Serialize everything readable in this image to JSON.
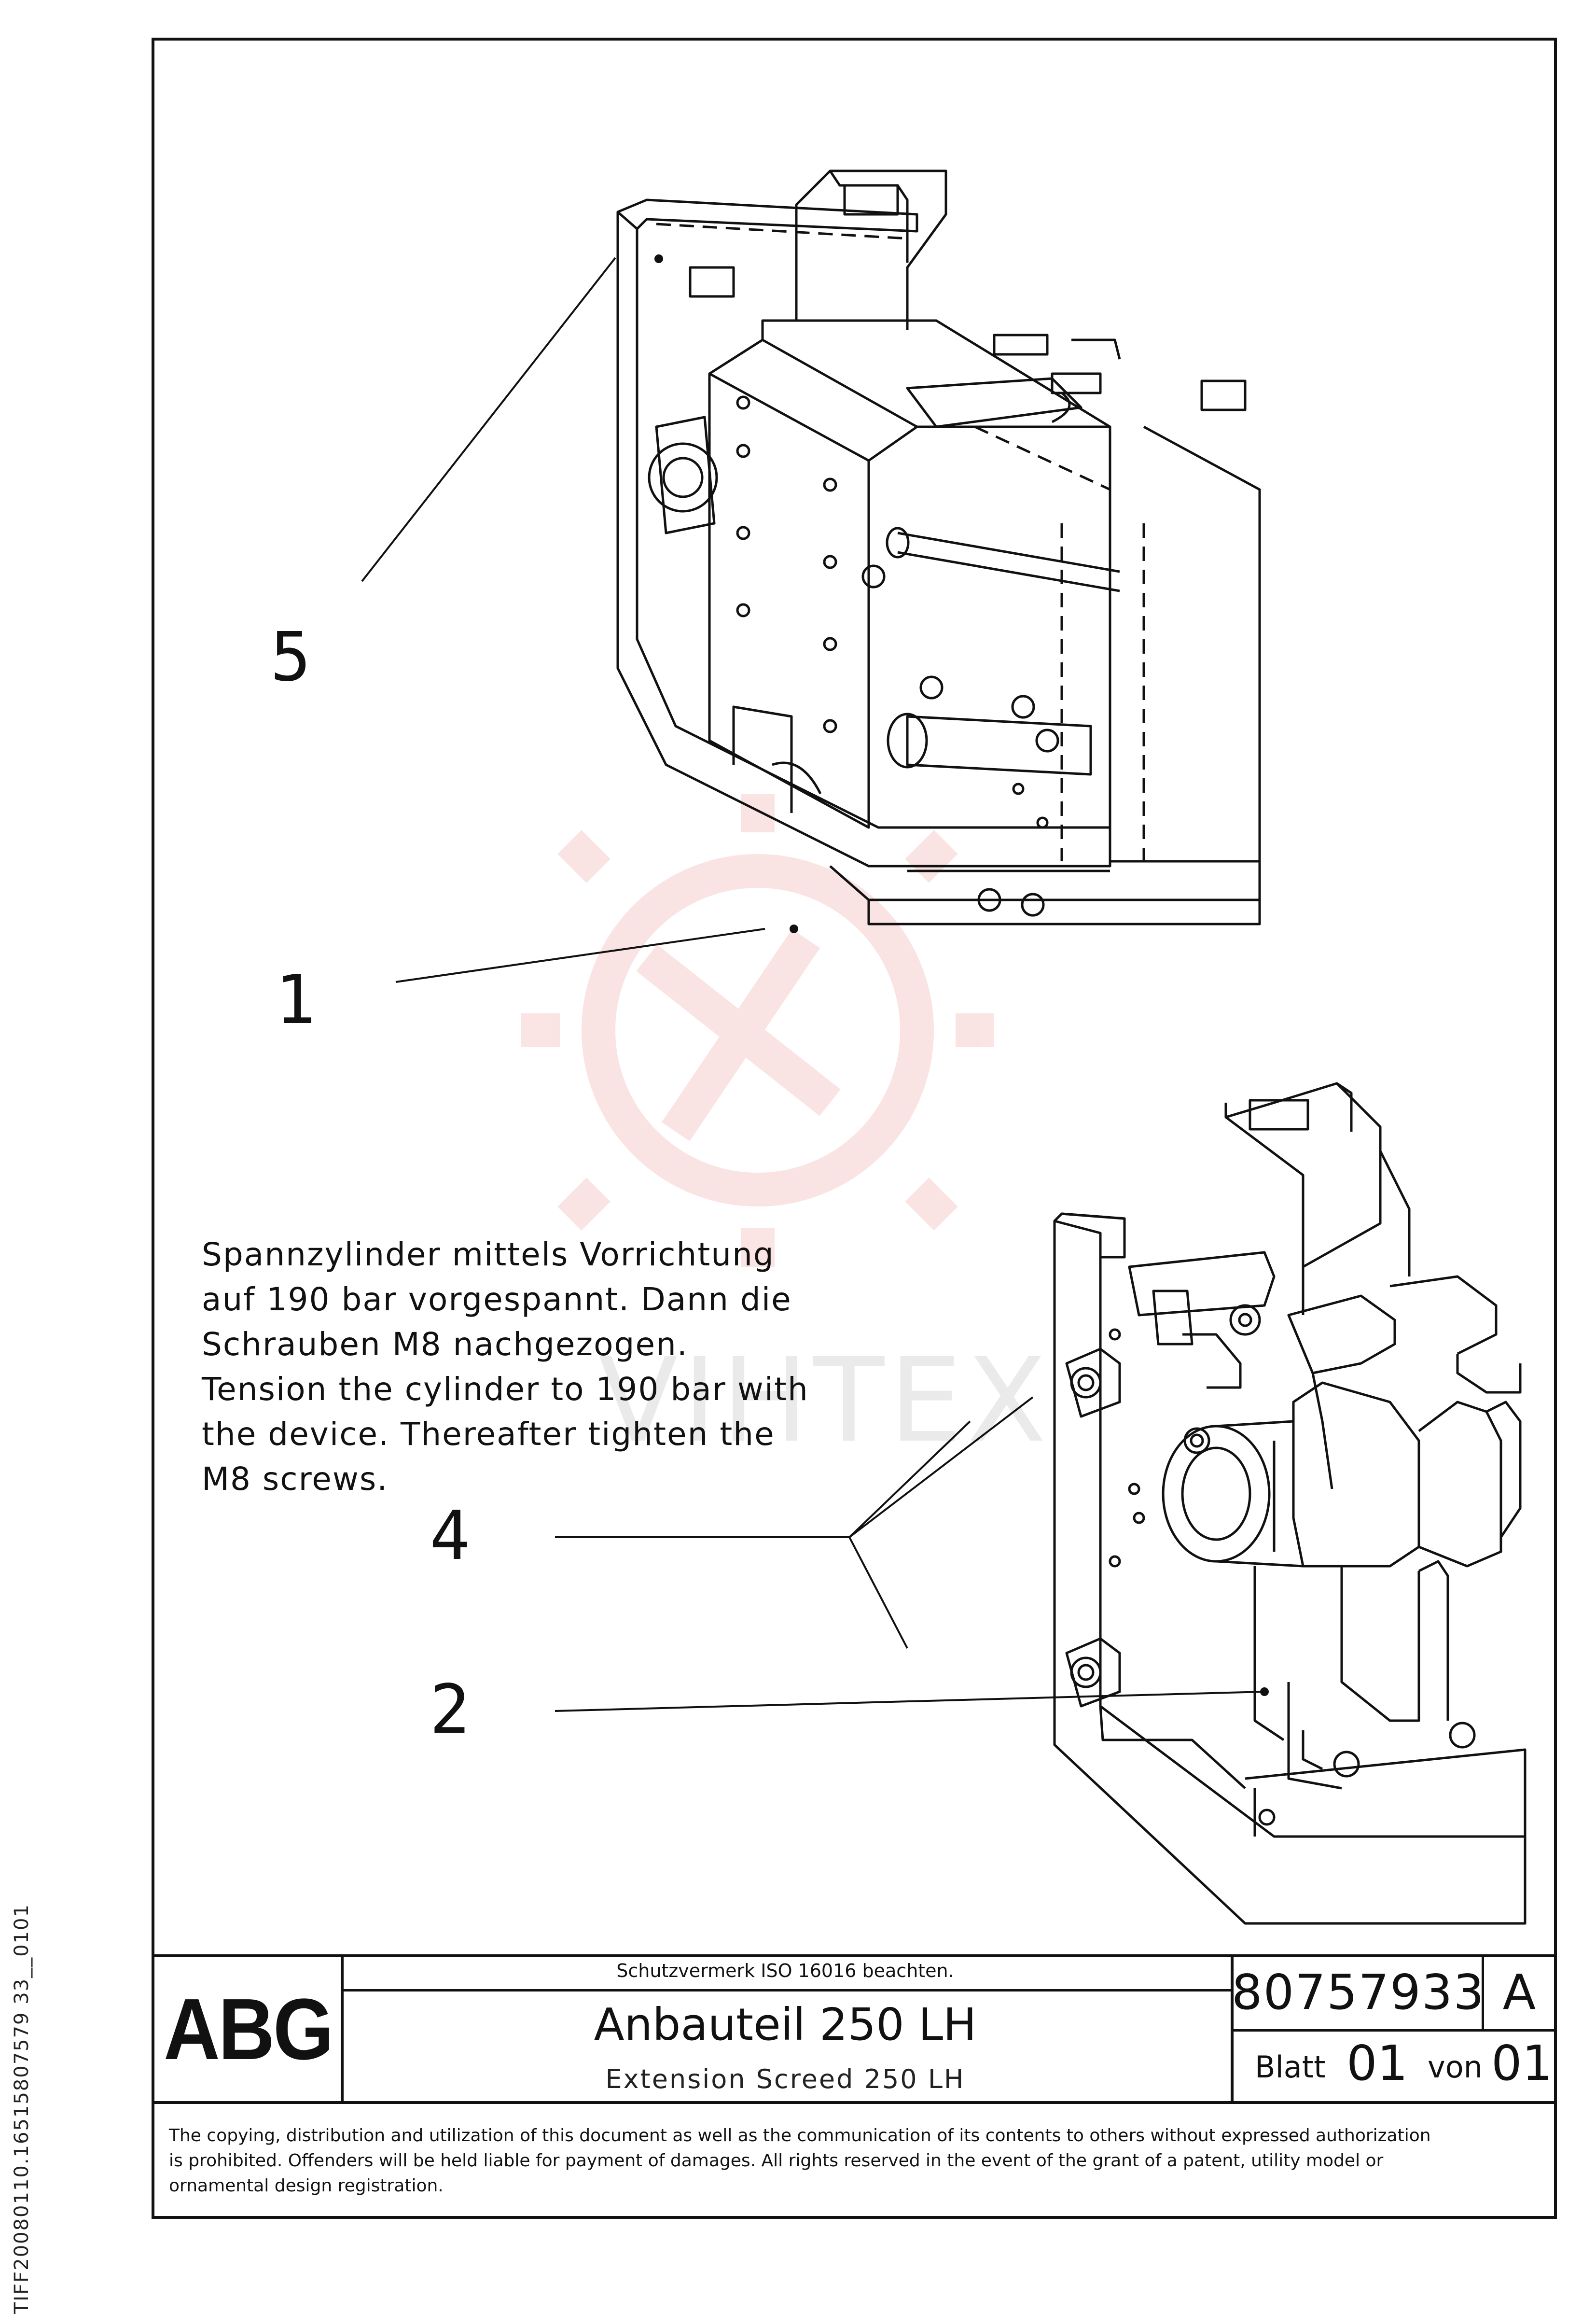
{
  "side_reference": "TIFF20080110.16515807579 33__0101",
  "callouts": [
    {
      "id": "5",
      "label": "5"
    },
    {
      "id": "1",
      "label": "1"
    },
    {
      "id": "4",
      "label": "4"
    },
    {
      "id": "2",
      "label": "2"
    }
  ],
  "note_lines": [
    "Spannzylinder mittels Vorrichtung",
    "auf 190 bar vorgespannt. Dann die",
    "Schrauben M8 nachgezogen.",
    "Tension the cylinder to 190 bar with",
    "the device. Thereafter tighten the",
    "M8 screws."
  ],
  "watermark": "VIHTEX",
  "title_block": {
    "logo": "ABG",
    "caution": "Schutzvermerk ISO 16016 beachten.",
    "title_de": "Anbauteil 250 LH",
    "title_en": "Extension Screed 250 LH",
    "doc_number": "80757933",
    "revision": "A",
    "sheet_label": "Blatt",
    "sheet_value": "01",
    "of_label": "von",
    "of_value": "01"
  },
  "legal_lines": [
    "The copying, distribution and utilization of this document as well as the communication of its contents to others without expressed authorization",
    "is prohibited. Offenders will be held liable for payment of damages. All rights reserved in the event of the grant of a patent, utility model or",
    "ornamental design registration."
  ]
}
